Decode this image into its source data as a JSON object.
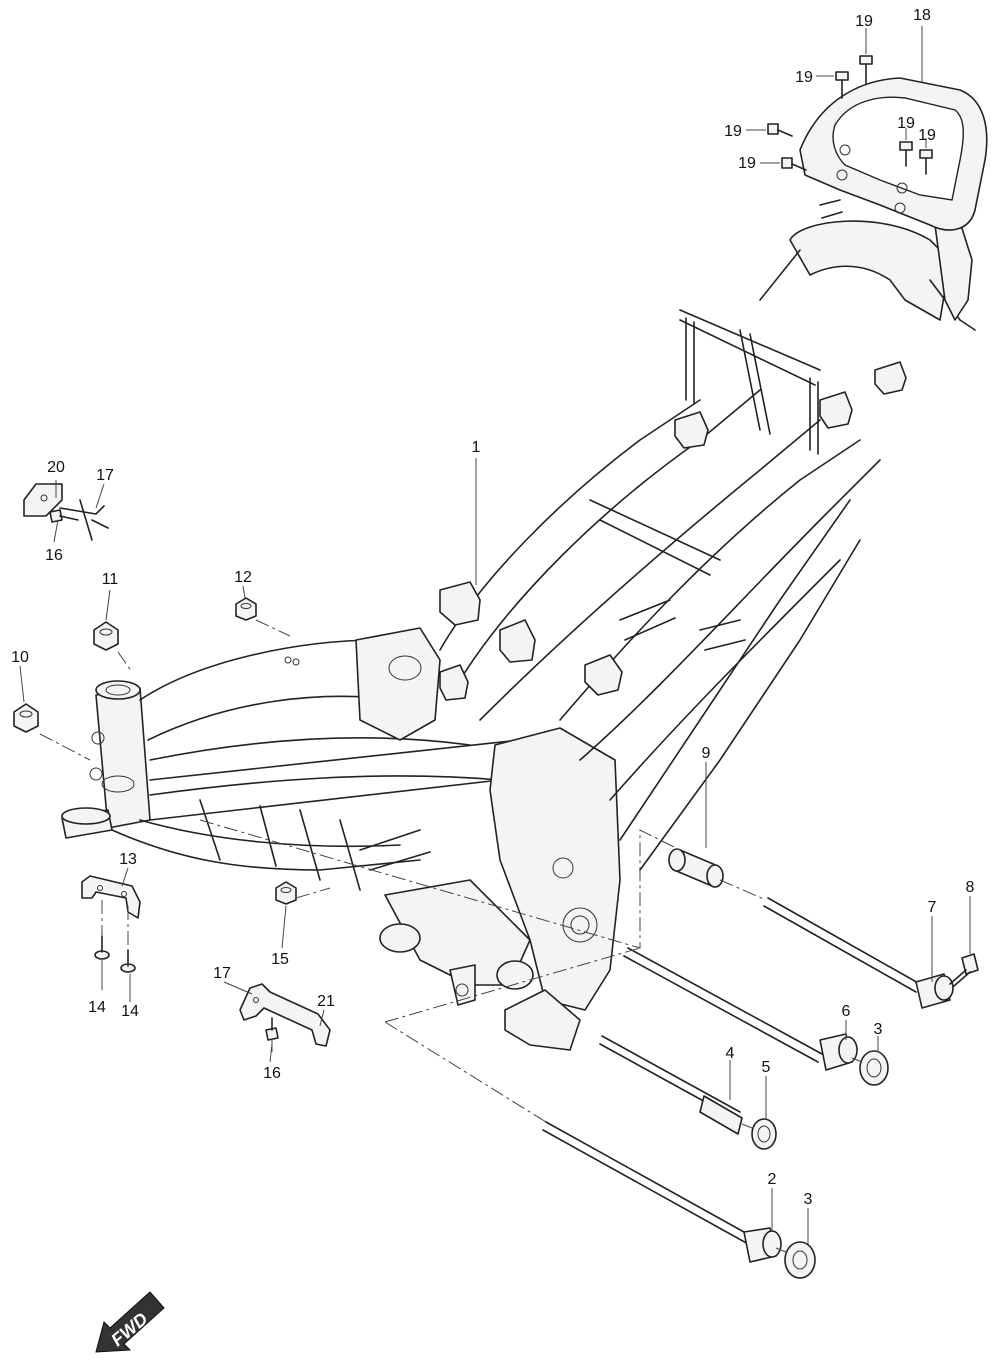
{
  "callouts": {
    "c1": "1",
    "c2": "2",
    "c3a": "3",
    "c3b": "3",
    "c4": "4",
    "c5": "5",
    "c6": "6",
    "c7": "7",
    "c8": "8",
    "c9": "9",
    "c10": "10",
    "c11": "11",
    "c12": "12",
    "c13": "13",
    "c14a": "14",
    "c14b": "14",
    "c15": "15",
    "c16a": "16",
    "c16b": "16",
    "c17a": "17",
    "c17b": "17",
    "c18": "18",
    "c19a": "19",
    "c19b": "19",
    "c19c": "19",
    "c19d": "19",
    "c19e": "19",
    "c19f": "19",
    "c20": "20",
    "c21": "21"
  },
  "direction_arrow": {
    "label": "FWD"
  },
  "colors": {
    "line": "#222222",
    "background": "#ffffff",
    "arrow": "#333333"
  }
}
